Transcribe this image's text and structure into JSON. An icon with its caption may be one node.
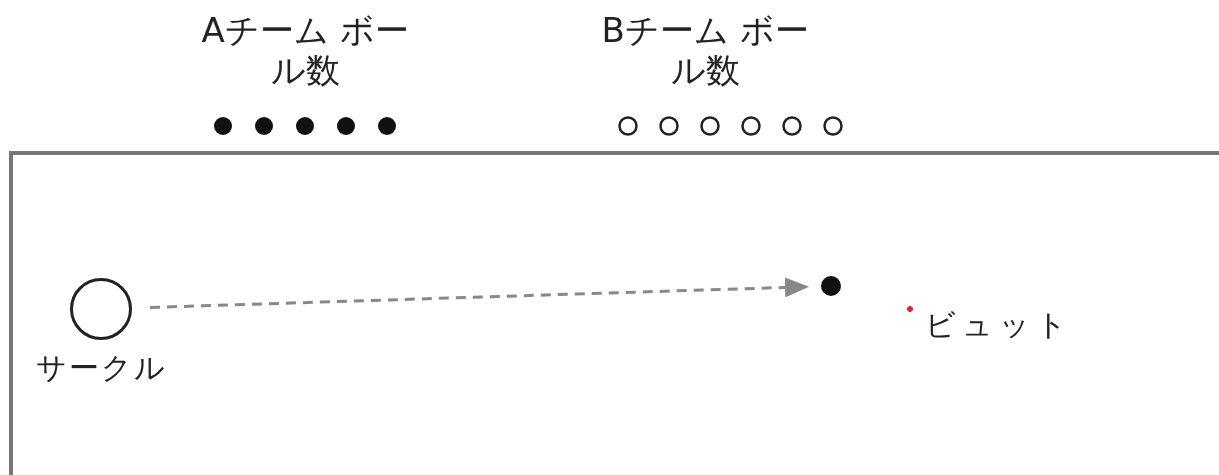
{
  "diagram": {
    "nodes": [
      {
        "text": [],
        "shape": "circle",
        "beside": [
          "サークル"
        ]
      },
      {
        "text": [],
        "shape": "circle"
      }
    ],
    "edges": [
      {
        "from": 0,
        "to": 1,
        "arrow": "to",
        "style": "dashed"
      }
    ],
    "labels": [
      "Aチーム ボール数",
      "Bチーム ボール数",
      "ビュット"
    ]
  }
}
